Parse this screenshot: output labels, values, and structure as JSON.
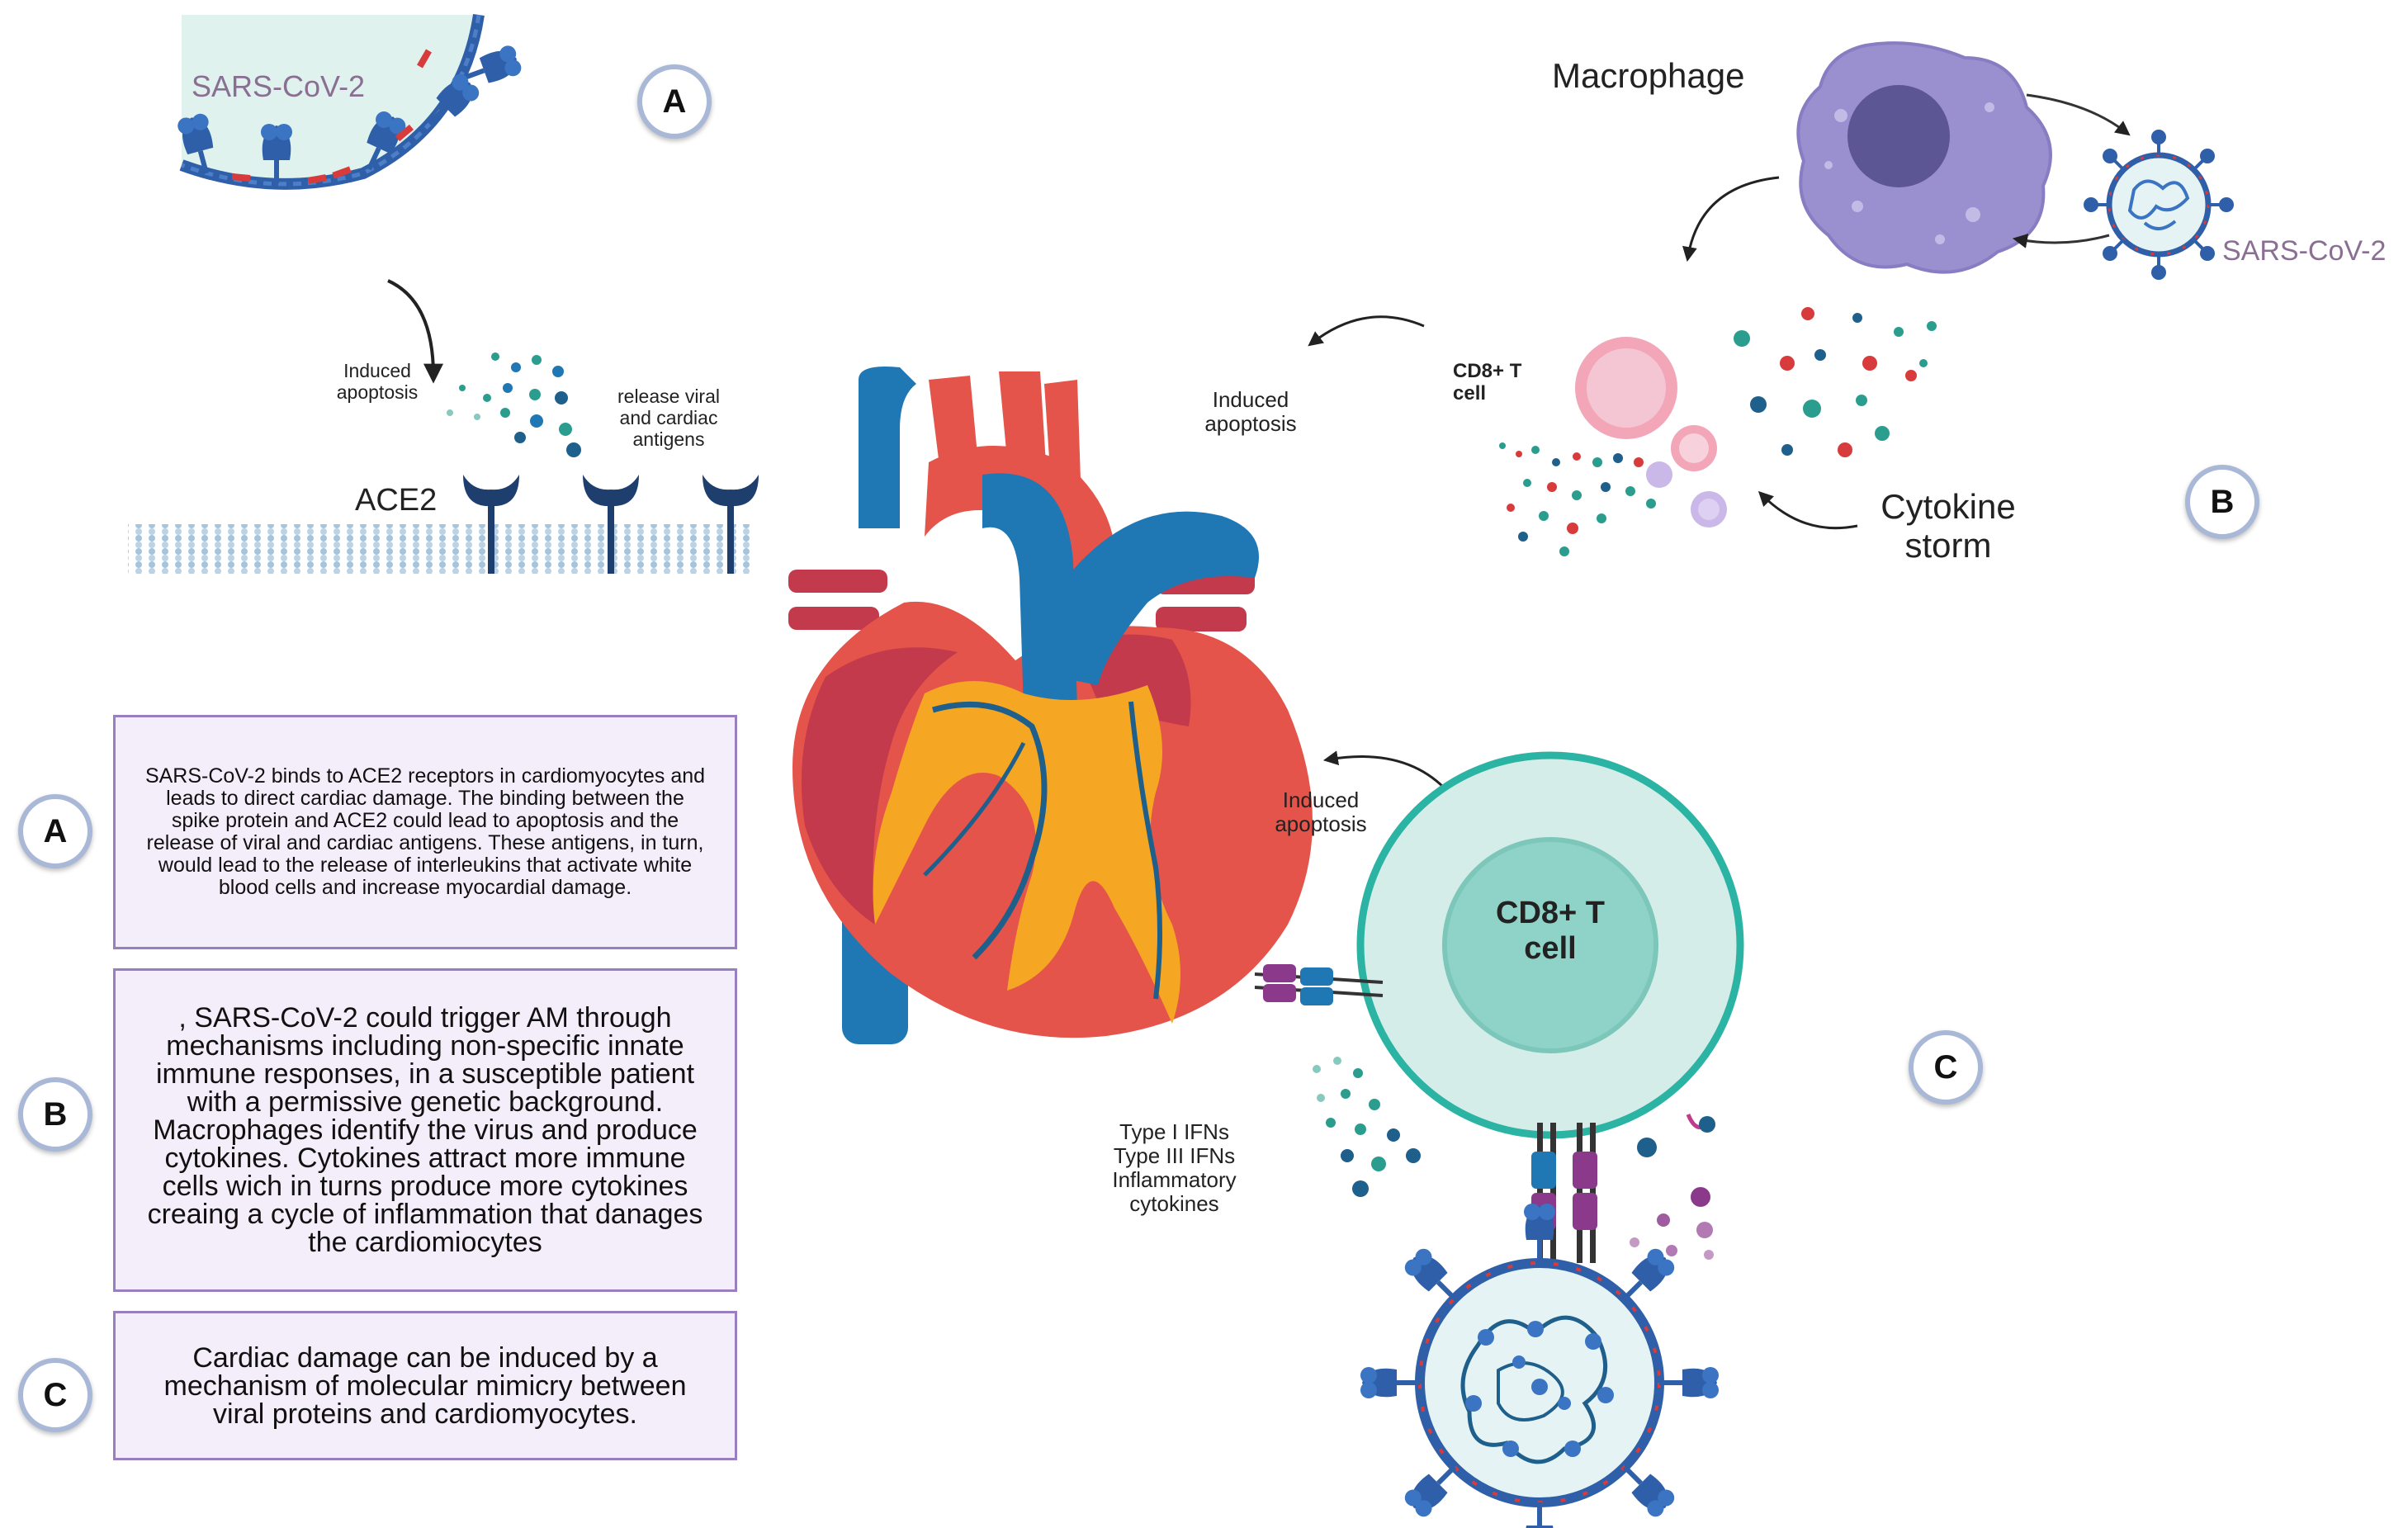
{
  "panel_a": {
    "virus_label": "SARS-CoV-2",
    "induced_apoptosis": "Induced apoptosis",
    "release_antigens": "release viral and cardiac antigens",
    "receptor_label": "ACE2",
    "badge": "A"
  },
  "panel_b": {
    "macrophage_label": "Macrophage",
    "virus_label": "SARS-CoV-2",
    "induced_apoptosis": "Induced apoptosis",
    "cd8_label": "CD8+ T cell",
    "cytokine_storm": "Cytokine storm",
    "badge": "B"
  },
  "panel_c": {
    "induced_apoptosis": "Induced apoptosis",
    "cd8_cell_label": "CD8+ T cell",
    "ifn_text": "Type I IFNs Type III IFNs Inflammatory cytokines",
    "badge": "C"
  },
  "descriptions": [
    {
      "badge": "A",
      "text": "SARS-CoV-2 binds to ACE2 receptors in cardiomyocytes and leads to direct cardiac damage. The binding between the spike protein and ACE2 could lead to apoptosis and the release of viral and cardiac antigens. These antigens, in turn, would lead to the release of interleukins that activate white blood cells and increase myocardial damage."
    },
    {
      "badge": "B",
      "text": ", SARS-CoV-2 could trigger AM through mechanisms including non-specific innate immune responses, in a susceptible patient with a permissive genetic background. Macrophages identify the virus and produce cytokines. Cytokines attract more immune cells wich in turns produce more cytokines creaing a cycle of inflammation that danages the cardiomiocytes"
    },
    {
      "badge": "C",
      "text": "Cardiac damage can be induced by a mechanism of molecular mimicry between viral proteins and cardiomyocytes."
    }
  ],
  "colors": {
    "virus_blue": "#2e5fa8",
    "virus_fill": "#dff2ee",
    "spike_red": "#d83b3b",
    "teal": "#2a9d8f",
    "macrophage": "#9a90cf",
    "tcell_ring": "#2bb3a3",
    "tcell_fill": "#d4ede9",
    "heart_red": "#e4544a",
    "heart_dark": "#c23a4c",
    "vessel_blue": "#1f77b4",
    "vessel_yellow": "#f5a623",
    "box_fill": "#f4eefb",
    "box_border": "#9a7fc0",
    "badge_border": "#a9b8d6"
  }
}
